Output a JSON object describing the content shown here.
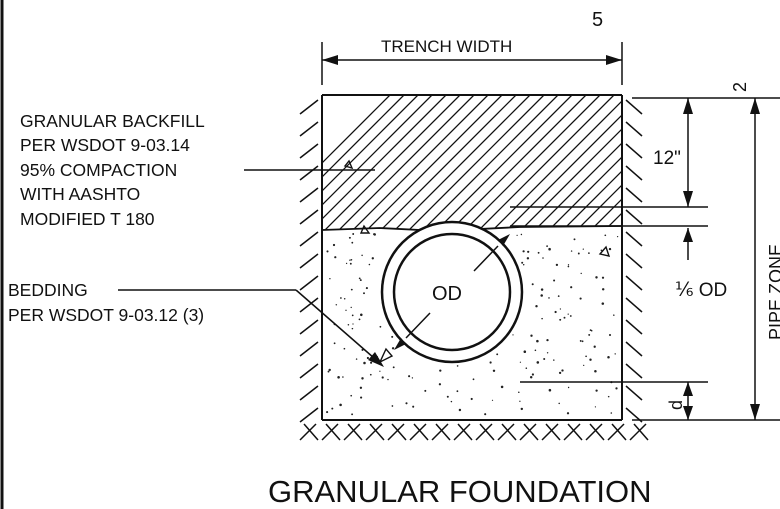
{
  "labels": {
    "sheet_number": "5",
    "sheet_number_right": "2",
    "trench_width": "TRENCH WIDTH",
    "backfill_lines": [
      "GRANULAR  BACKFILL",
      "PER WSDOT 9-03.14",
      "95% COMPACTION",
      "WITH AASHTO",
      "MODIFIED T 180"
    ],
    "bedding_lines": [
      "BEDDING",
      "PER WSDOT 9-03.12 (3)"
    ],
    "cover_depth": "12\"",
    "od": "OD",
    "sixth_od": "⅙ OD",
    "bedding_depth": "d",
    "pipe_zone": "PIPE ZONE",
    "title": "GRANULAR FOUNDATION"
  }
}
